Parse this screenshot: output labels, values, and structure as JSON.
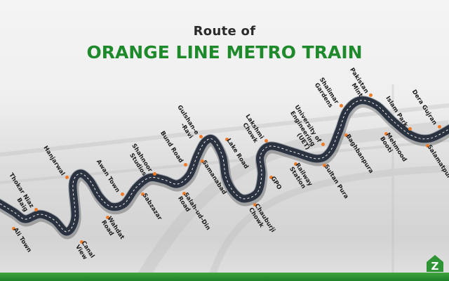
{
  "title": {
    "line1": "Route of",
    "line2": "ORANGE LINE METRO TRAIN"
  },
  "colors": {
    "title_green": "#1f8a2c",
    "station_dot": "#ef7a26",
    "road": "#2c3340",
    "footer": "#2e9436"
  },
  "logo": {
    "text": "Z",
    "icon": "house-logo-icon"
  },
  "stations": [
    {
      "name": "Ali Town",
      "side": "below"
    },
    {
      "name": "Thokar Niaz\nBaig",
      "side": "above"
    },
    {
      "name": "Hanjarwal",
      "side": "above"
    },
    {
      "name": "Canal\nView",
      "side": "below"
    },
    {
      "name": "Wahdat\nRoad",
      "side": "below"
    },
    {
      "name": "Awan Town",
      "side": "above"
    },
    {
      "name": "Shahnoor\nStudios",
      "side": "above"
    },
    {
      "name": "Sabzazar",
      "side": "below"
    },
    {
      "name": "Bund Road",
      "side": "above"
    },
    {
      "name": "Salah-ud-Din\nRoad",
      "side": "below"
    },
    {
      "name": "Gulshan-e\n-Ravi",
      "side": "above"
    },
    {
      "name": "Samanabad",
      "side": "below"
    },
    {
      "name": "Lake Road",
      "side": "below"
    },
    {
      "name": "Lakshmi\nChowk",
      "side": "above"
    },
    {
      "name": "Chauburji\nChowk",
      "side": "below"
    },
    {
      "name": "GPO",
      "side": "below"
    },
    {
      "name": "Railway\nStation",
      "side": "below"
    },
    {
      "name": "University of\nEngineering\n(UET)",
      "side": "above"
    },
    {
      "name": "Sultan Pura",
      "side": "below"
    },
    {
      "name": "Shalimar\nGardens",
      "side": "above"
    },
    {
      "name": "Baghbanpura",
      "side": "below"
    },
    {
      "name": "Pakistan\nMint",
      "side": "above"
    },
    {
      "name": "Mehmood\nBooti",
      "side": "below"
    },
    {
      "name": "Islam Park",
      "side": "above"
    },
    {
      "name": "Salamatpura",
      "side": "below"
    },
    {
      "name": "Dera Gujran",
      "side": "above"
    }
  ]
}
